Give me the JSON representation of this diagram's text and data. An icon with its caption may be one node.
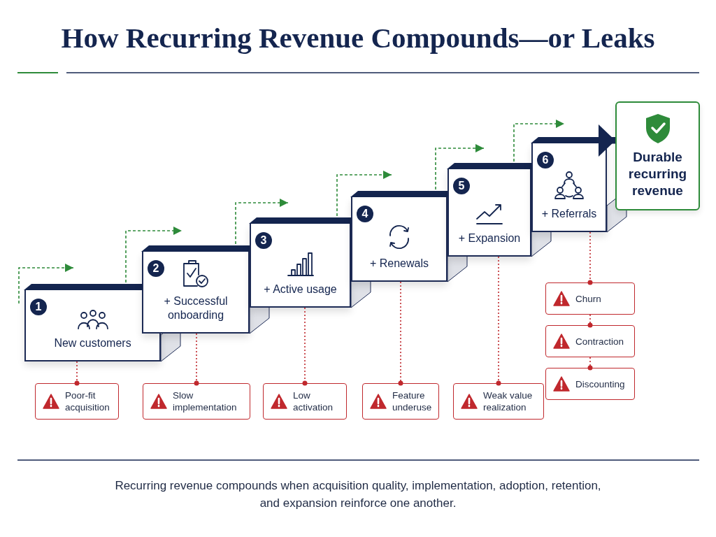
{
  "diagram": {
    "title": "How Recurring Revenue Compounds—or Leaks",
    "caption": "Recurring revenue compounds when acquisition quality, implementation, adoption, retention, and expansion reinforce one another.",
    "nodes": [
      {
        "text": [
          "1",
          "New customers"
        ]
      },
      {
        "text": [
          "2",
          "+ Successful onboarding"
        ]
      },
      {
        "text": [
          "3",
          "+ Active usage"
        ]
      },
      {
        "text": [
          "4",
          "+ Renewals"
        ]
      },
      {
        "text": [
          "5",
          "+ Expansion"
        ]
      },
      {
        "text": [
          "6",
          "+ Referrals"
        ]
      },
      {
        "text": [
          "Durable recurring revenue"
        ]
      },
      {
        "text": [
          "Poor-fit acquisition"
        ]
      },
      {
        "text": [
          "Slow implementation"
        ]
      },
      {
        "text": [
          "Low activation"
        ]
      },
      {
        "text": [
          "Feature underuse"
        ]
      },
      {
        "text": [
          "Weak value realization"
        ]
      },
      {
        "text": [
          "Churn"
        ]
      },
      {
        "text": [
          "Contraction"
        ]
      },
      {
        "text": [
          "Discounting"
        ]
      }
    ],
    "edges": [
      {
        "from": 0,
        "to": null,
        "arrow": "to",
        "style": "dashed",
        "color": "#2e8b3a"
      },
      {
        "from": 0,
        "to": null,
        "arrow": "to",
        "style": "dashed",
        "color": "#2e8b3a"
      },
      {
        "from": 1,
        "to": null,
        "arrow": "to",
        "style": "dashed",
        "color": "#2e8b3a"
      },
      {
        "from": 2,
        "to": null,
        "arrow": "to",
        "style": "dashed",
        "color": "#2e8b3a"
      },
      {
        "from": 3,
        "to": null,
        "arrow": "to",
        "style": "dashed",
        "color": "#2e8b3a"
      },
      {
        "from": 4,
        "to": null,
        "arrow": "to",
        "style": "dashed",
        "color": "#2e8b3a"
      },
      {
        "from": 5,
        "to": 6,
        "arrow": "to",
        "style": "thick",
        "color": "#14254f"
      },
      {
        "from": 0,
        "to": 7,
        "arrow": "other",
        "style": "dashed",
        "color": "#c0282d"
      },
      {
        "from": 1,
        "to": 8,
        "arrow": "other",
        "style": "dashed",
        "color": "#c0282d"
      },
      {
        "from": 2,
        "to": 9,
        "arrow": "other",
        "style": "dashed",
        "color": "#c0282d"
      },
      {
        "from": 3,
        "to": 10,
        "arrow": "other",
        "style": "dashed",
        "color": "#c0282d"
      },
      {
        "from": 4,
        "to": 11,
        "arrow": "other",
        "style": "dashed",
        "color": "#c0282d"
      },
      {
        "from": 5,
        "to": 12,
        "arrow": "other",
        "style": "dashed",
        "color": "#c0282d"
      },
      {
        "from": 12,
        "to": 13,
        "arrow": "other",
        "style": "dashed",
        "color": "#c0282d"
      },
      {
        "from": 13,
        "to": 14,
        "arrow": "other",
        "style": "dashed",
        "color": "#c0282d"
      }
    ]
  }
}
